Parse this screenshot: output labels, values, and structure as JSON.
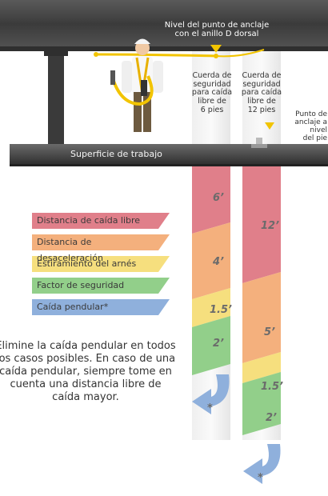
{
  "labels": {
    "anchor_d_ring": [
      "Nivel del punto de anclaje",
      "con el anillo D dorsal"
    ],
    "lanyard_6": [
      "Cuerda de",
      "seguridad",
      "para caída",
      "libre de",
      "6 pies"
    ],
    "lanyard_12": [
      "Cuerda de",
      "seguridad",
      "para caída",
      "libre de",
      "12 pies"
    ],
    "anchor_foot": [
      "Punto de",
      "anclaje a nivel",
      "del pie"
    ],
    "work_surface": "Superficie de trabajo"
  },
  "legend": [
    {
      "label": "Distancia de caída libre",
      "color": "#e07f8a"
    },
    {
      "label": "Distancia de desaceleración",
      "color": "#f4b07d"
    },
    {
      "label": "Estiramiento del arnés",
      "color": "#f6df7e"
    },
    {
      "label": "Factor de seguridad",
      "color": "#92cf8a"
    },
    {
      "label": "Caída pendular*",
      "color": "#8fb0dc"
    }
  ],
  "column_6": {
    "segments": [
      {
        "label": "6’",
        "color": "#e07f8a"
      },
      {
        "label": "4’",
        "color": "#f4b07d"
      },
      {
        "label": "1.5’",
        "color": "#f6df7e"
      },
      {
        "label": "2’",
        "color": "#92cf8a"
      }
    ],
    "swing_label": "*"
  },
  "column_12": {
    "segments": [
      {
        "label": "12’",
        "color": "#e07f8a"
      },
      {
        "label": "5’",
        "color": "#f4b07d"
      },
      {
        "label": "1.5’",
        "color": "#f6df7e"
      },
      {
        "label": "2’",
        "color": "#92cf8a"
      }
    ],
    "swing_label": "*"
  },
  "note": "Elimine la caída pendular en todos los casos posibles. En caso de una caída pendular, siempre tome en cuenta una distancia libre de caída mayor.",
  "colors": {
    "beam": "#4a4a4a",
    "arrow_marker": "#f1c400",
    "lanyard": "#f2c400"
  }
}
